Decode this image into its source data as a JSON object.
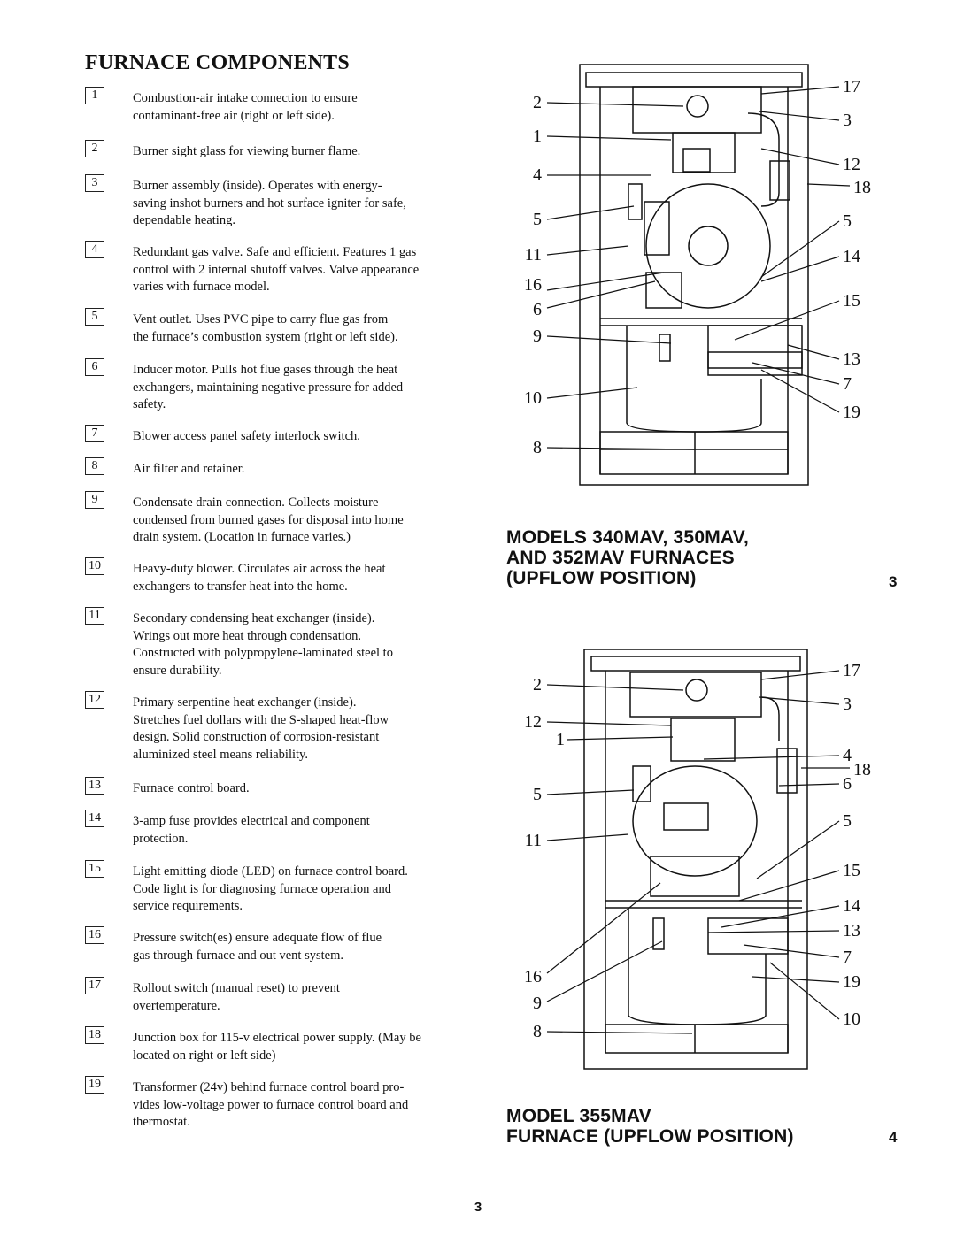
{
  "section_title": "FURNACE COMPONENTS",
  "components": [
    {
      "num": "1",
      "text": "Combustion-air intake connection to ensure\ncontaminant-free air (right or left side)."
    },
    {
      "num": "2",
      "text": "Burner sight glass for viewing burner flame."
    },
    {
      "num": "3",
      "text": "Burner assembly (inside). Operates with energy-\nsaving inshot burners and hot surface igniter for safe,\ndependable heating."
    },
    {
      "num": "4",
      "text": "Redundant gas valve. Safe and efficient. Features 1 gas\ncontrol with 2 internal shutoff valves. Valve appearance\nvaries with furnace model."
    },
    {
      "num": "5",
      "text": "Vent outlet. Uses PVC pipe to carry flue gas from\nthe furnace’s combustion system (right or left side)."
    },
    {
      "num": "6",
      "text": "Inducer motor. Pulls hot flue gases through the heat\nexchangers, maintaining negative pressure for added\nsafety."
    },
    {
      "num": "7",
      "text": "Blower access panel safety interlock switch."
    },
    {
      "num": "8",
      "text": "Air filter and retainer."
    },
    {
      "num": "9",
      "text": "Condensate drain connection. Collects moisture\ncondensed from burned gases for disposal into home\ndrain system. (Location in furnace varies.)"
    },
    {
      "num": "10",
      "text": "Heavy-duty blower. Circulates air across the heat\nexchangers to transfer heat into the home."
    },
    {
      "num": "11",
      "text": "Secondary condensing heat exchanger (inside).\nWrings out more heat through condensation.\nConstructed with polypropylene-laminated steel to\nensure durability."
    },
    {
      "num": "12",
      "text": "Primary serpentine heat exchanger (inside).\nStretches fuel dollars with the S-shaped heat-flow\ndesign. Solid construction of corrosion-resistant\naluminized steel means reliability."
    },
    {
      "num": "13",
      "text": "Furnace control board."
    },
    {
      "num": "14",
      "text": "3-amp fuse provides electrical and component\nprotection."
    },
    {
      "num": "15",
      "text": "Light emitting diode (LED) on furnace control board.\nCode light is for diagnosing furnace operation and\nservice requirements."
    },
    {
      "num": "16",
      "text": "Pressure switch(es) ensure adequate flow of flue\ngas through furnace and out vent system."
    },
    {
      "num": "17",
      "text": "Rollout switch (manual reset) to prevent\novertemperature."
    },
    {
      "num": "18",
      "text": "Junction box for 115-v electrical power supply. (May be\nlocated on right or left side)"
    },
    {
      "num": "19",
      "text": "Transformer (24v) behind furnace control board pro-\nvides low-voltage power to furnace control board and\nthermostat."
    }
  ],
  "figure3": {
    "callouts_left": [
      "2",
      "1",
      "4",
      "5",
      "11",
      "16",
      "6",
      "9",
      "10",
      "8"
    ],
    "callouts_right": [
      "17",
      "3",
      "12",
      "18",
      "5",
      "14",
      "15",
      "13",
      "7",
      "19"
    ],
    "caption": "MODELS 340MAV, 350MAV,\nAND 352MAV FURNACES\n(UPFLOW POSITION)",
    "number": "3"
  },
  "figure4": {
    "callouts_left": [
      "2",
      "12",
      "1",
      "5",
      "11",
      "16",
      "9",
      "8"
    ],
    "callouts_right": [
      "17",
      "3",
      "4",
      "18",
      "6",
      "5",
      "15",
      "14",
      "13",
      "7",
      "19",
      "10"
    ],
    "caption": "MODEL 355MAV\nFURNACE (UPFLOW POSITION)",
    "number": "4"
  },
  "page_number": "3"
}
